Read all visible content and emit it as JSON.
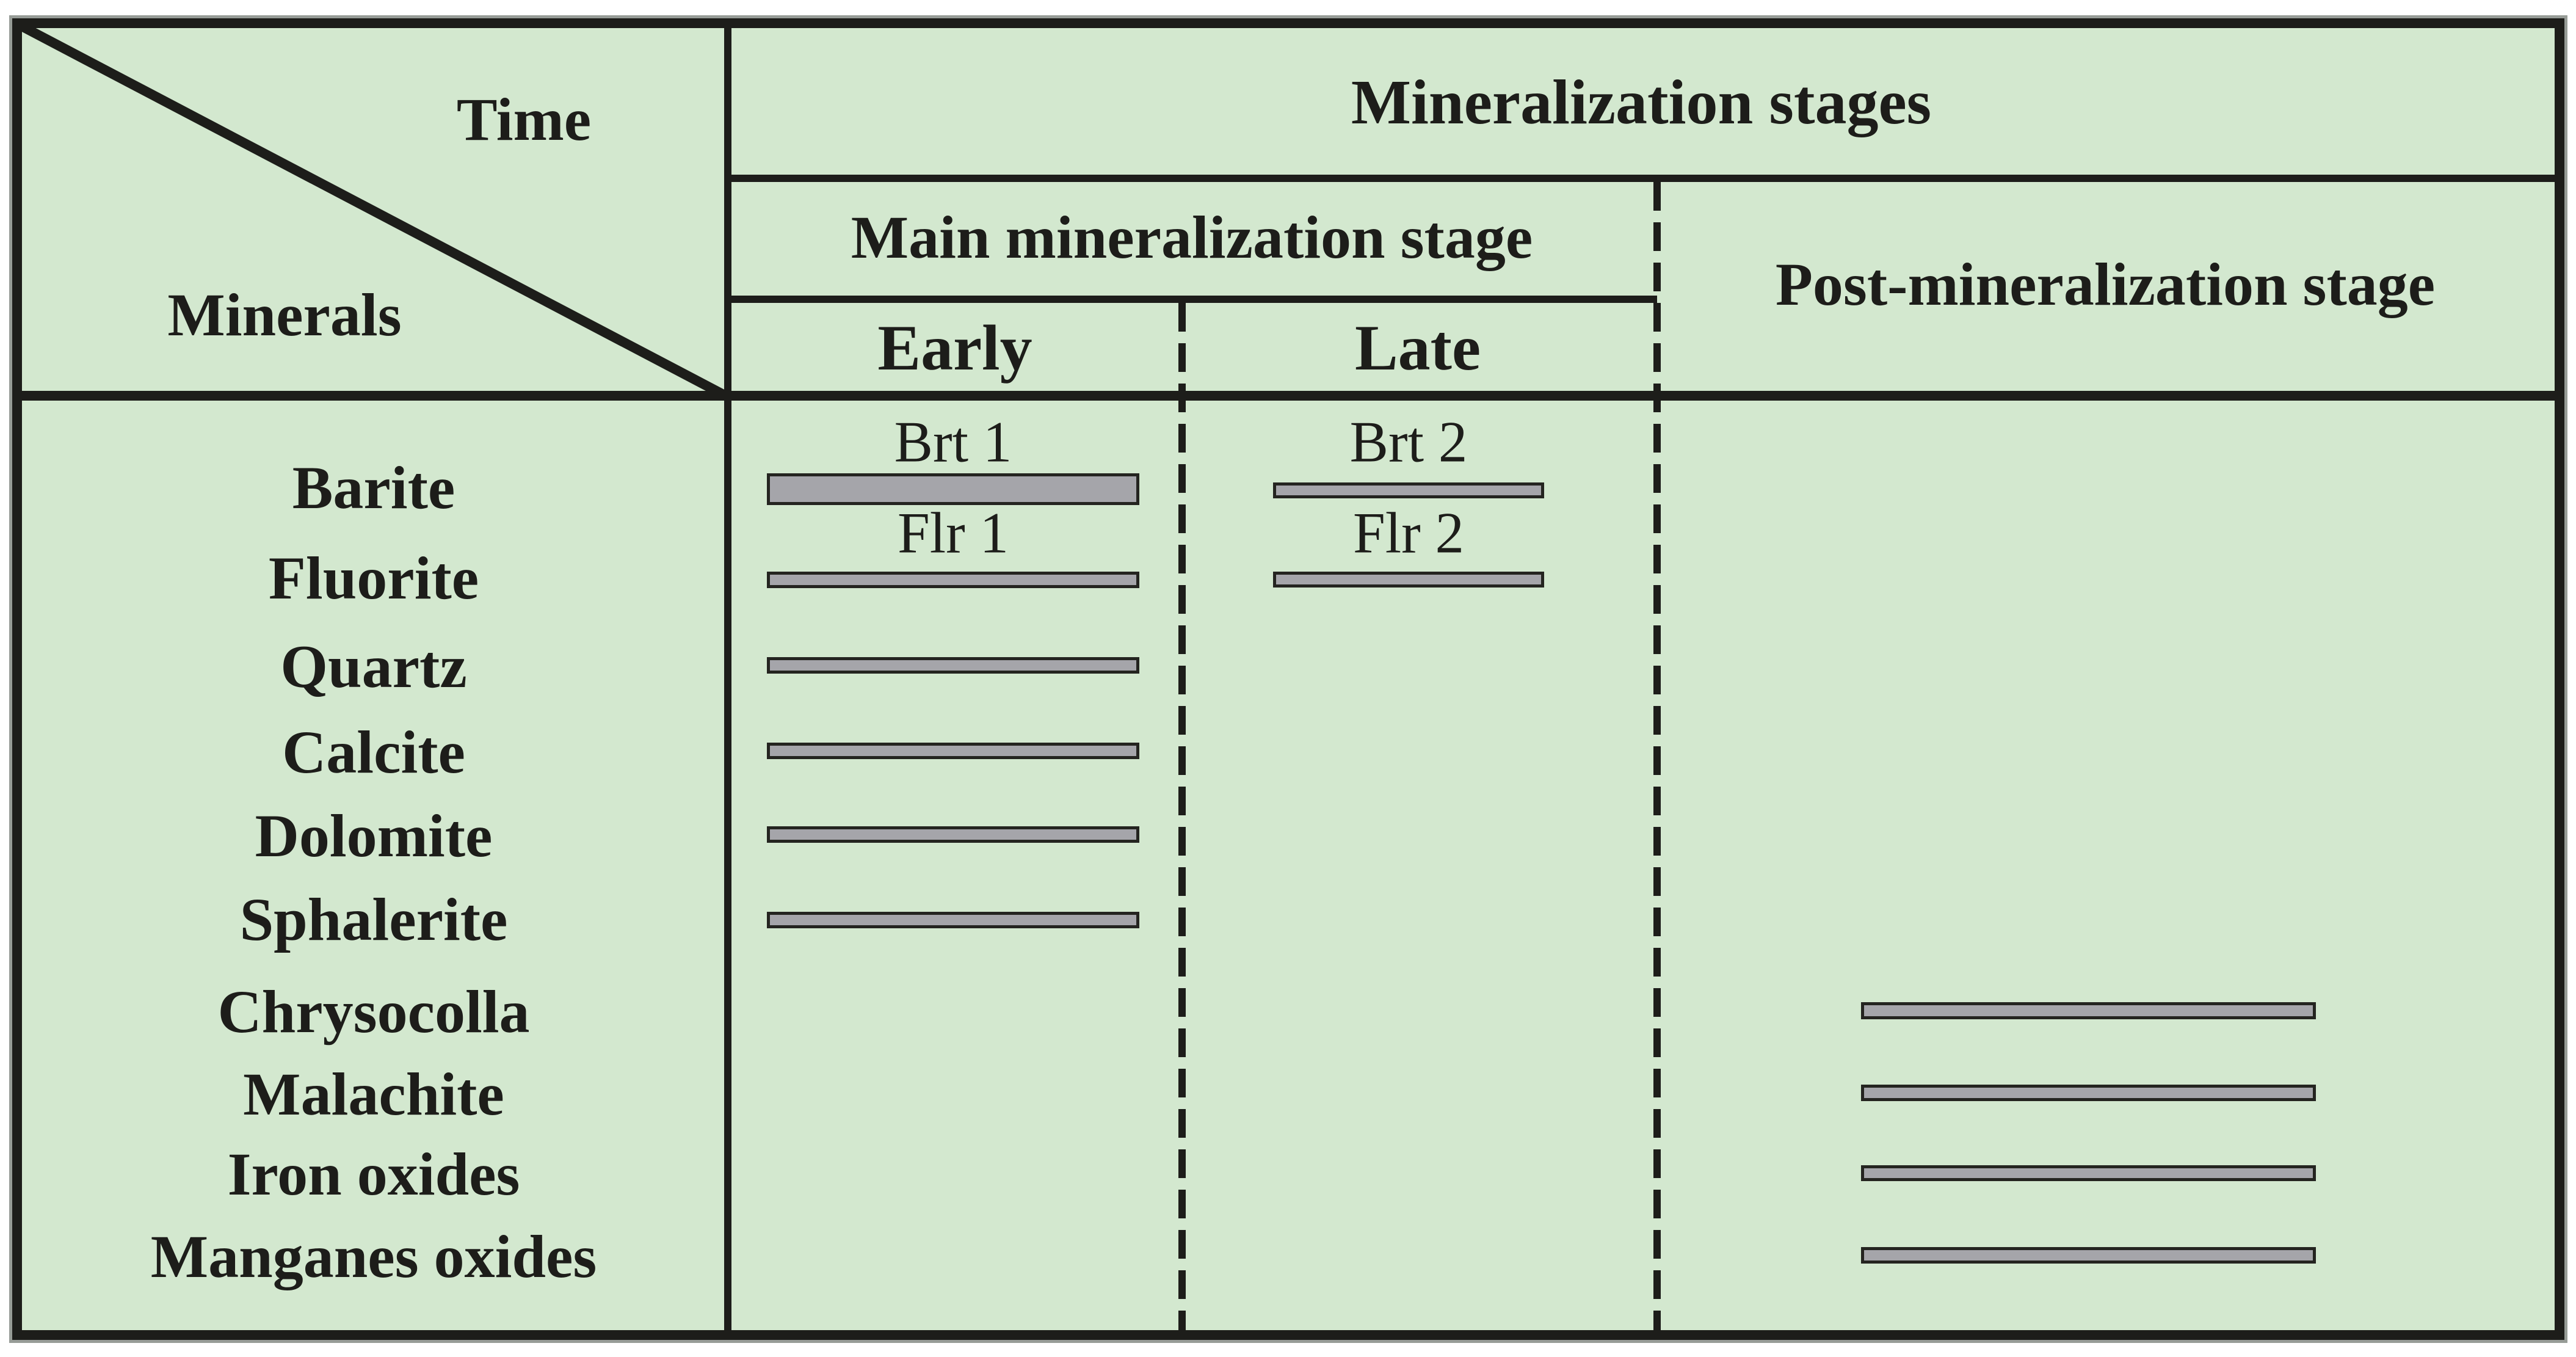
{
  "table": {
    "corner_time": "Time",
    "corner_minerals": "Minerals",
    "header_stages": "Mineralization stages",
    "header_main": "Main mineralization stage",
    "header_post": "Post-mineralization stage",
    "header_early": "Early",
    "header_late": "Late"
  },
  "colors": {
    "background_green": "#d3e8cf",
    "bar_fill": "#a5a5aa",
    "bar_border": "#242420",
    "rule_ink": "#1d1d1a",
    "outer_halo_gray": "#979c97",
    "page_white": "#ffffff"
  },
  "chart_data": {
    "type": "table",
    "subtype": "mineral-paragenesis-gantt",
    "time_axis_groups": [
      {
        "label": "Main mineralization stage",
        "sub_stages": [
          "Early",
          "Late"
        ]
      },
      {
        "label": "Post-mineralization stage",
        "sub_stages": []
      }
    ],
    "rows": [
      {
        "mineral": "Barite",
        "occurrences": [
          {
            "stage": "early",
            "label": "Brt 1",
            "bar_thickness": "thick"
          },
          {
            "stage": "late",
            "label": "Brt 2",
            "bar_thickness": "thin"
          }
        ]
      },
      {
        "mineral": "Fluorite",
        "occurrences": [
          {
            "stage": "early",
            "label": "Flr 1",
            "bar_thickness": "thin"
          },
          {
            "stage": "late",
            "label": "Flr 2",
            "bar_thickness": "thin"
          }
        ]
      },
      {
        "mineral": "Quartz",
        "occurrences": [
          {
            "stage": "early",
            "bar_thickness": "thin"
          }
        ]
      },
      {
        "mineral": "Calcite",
        "occurrences": [
          {
            "stage": "early",
            "bar_thickness": "thin"
          }
        ]
      },
      {
        "mineral": "Dolomite",
        "occurrences": [
          {
            "stage": "early",
            "bar_thickness": "thin"
          }
        ]
      },
      {
        "mineral": "Sphalerite",
        "occurrences": [
          {
            "stage": "early",
            "bar_thickness": "thin"
          }
        ]
      },
      {
        "mineral": "Chrysocolla",
        "occurrences": [
          {
            "stage": "post",
            "bar_thickness": "thin"
          }
        ]
      },
      {
        "mineral": "Malachite",
        "occurrences": [
          {
            "stage": "post",
            "bar_thickness": "thin"
          }
        ]
      },
      {
        "mineral": "Iron oxides",
        "occurrences": [
          {
            "stage": "post",
            "bar_thickness": "thin"
          }
        ]
      },
      {
        "mineral": "Manganes oxides",
        "occurrences": [
          {
            "stage": "post",
            "bar_thickness": "thin"
          }
        ]
      }
    ]
  }
}
